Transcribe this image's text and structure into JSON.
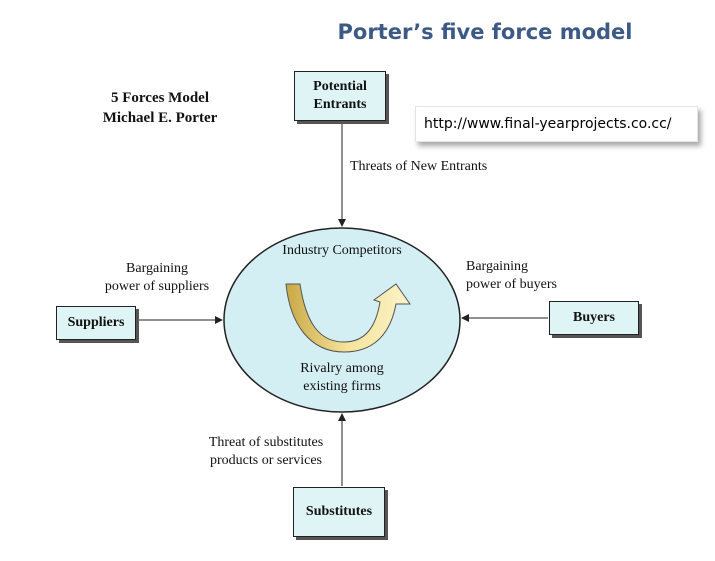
{
  "title": "Porter’s five force model",
  "credit": {
    "line1": "5 Forces Model",
    "line2": "Michael E. Porter"
  },
  "url": "http://www.final-yearprojects.co.cc/",
  "boxes": {
    "potential_entrants": {
      "line1": "Potential",
      "line2": "Entrants"
    },
    "suppliers": "Suppliers",
    "buyers": "Buyers",
    "substitutes": "Substitutes"
  },
  "forces": {
    "new_entrants": "Threats of New Entrants",
    "suppliers": {
      "line1": "Bargaining",
      "line2": "power of suppliers"
    },
    "buyers": {
      "line1": "Bargaining",
      "line2": "power of buyers"
    },
    "substitutes": {
      "line1": "Threat of substitutes",
      "line2": "products or services"
    }
  },
  "center": {
    "top": "Industry Competitors",
    "bottom_line1": "Rivalry among",
    "bottom_line2": "existing firms"
  },
  "colors": {
    "title": "#3d5a86",
    "box_fill": "#dff4f4",
    "circle_fill": "#d4eff3",
    "arrow_fill": "#f3dc86"
  }
}
